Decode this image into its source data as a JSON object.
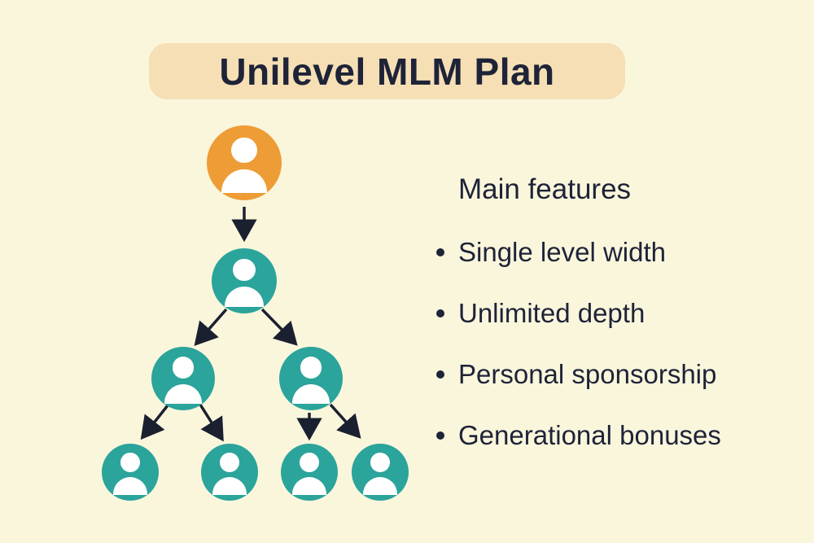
{
  "title": {
    "text": "Unilevel MLM Plan"
  },
  "features": {
    "heading": "Main features",
    "items": [
      "Single level width",
      "Unlimited depth",
      "Personal sponsorship",
      "Generational bonuses"
    ]
  },
  "diagram": {
    "type": "unilevel-tree",
    "levels": [
      {
        "level": 1,
        "node_count": 1,
        "color_role": "root"
      },
      {
        "level": 2,
        "node_count": 1,
        "color_role": "member"
      },
      {
        "level": 3,
        "node_count": 2,
        "color_role": "member"
      },
      {
        "level": 4,
        "node_count": 4,
        "color_role": "member"
      }
    ]
  },
  "colors": {
    "bg": "#FAF6DC",
    "banner": "#F6DFB5",
    "orange": "#EE9C35",
    "teal": "#2BA49B",
    "text": "#1E2338",
    "arrow": "#1B2030"
  }
}
